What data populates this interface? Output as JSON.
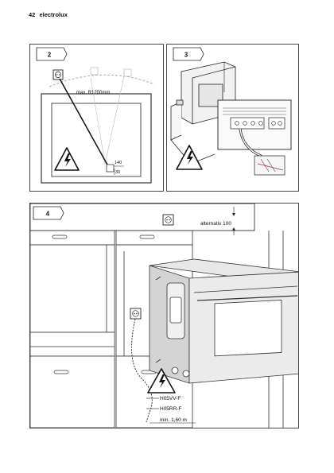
{
  "header": {
    "page_number": "42",
    "brand": "electrolux"
  },
  "figure2": {
    "step": "2",
    "radius_label": "max. R1200mm",
    "dim_horizontal": "140",
    "dim_vertical": "30"
  },
  "figure3": {
    "step": "3"
  },
  "figure4": {
    "step": "4",
    "alternative_label": "alternativ 100",
    "cable_type_1": "H05VV-F",
    "cable_type_2": "H05RR-F",
    "cable_length": "min. 1,60 m"
  }
}
